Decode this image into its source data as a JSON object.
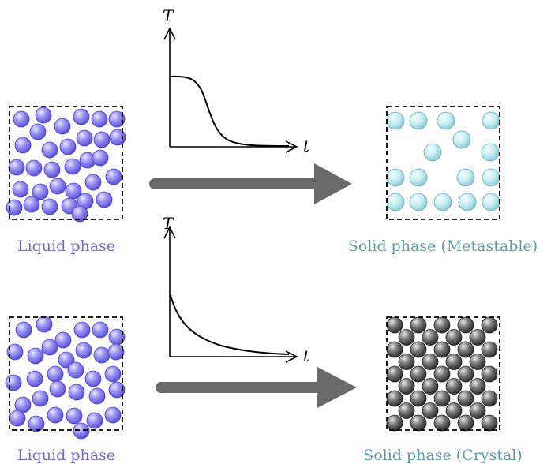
{
  "colors": {
    "liquid_label": "#6b6bd6",
    "solid_label": "#5f9ea7",
    "arrow": "#6a6a6a",
    "liquid_particle": "#8b82ee",
    "metastable_particle": "#bfe9ee",
    "crystal_particle": "#6c6c6c"
  },
  "rows": [
    {
      "liquid_label": "Liquid phase",
      "solid_label": "Solid phase (Metastable)",
      "graph": {
        "y_label": "T",
        "x_label": "t",
        "profile": "sigmoid-quench"
      }
    },
    {
      "liquid_label": "Liquid phase",
      "solid_label": "Solid phase (Crystal)",
      "graph": {
        "y_label": "T",
        "x_label": "t",
        "profile": "exponential-decay"
      }
    }
  ]
}
